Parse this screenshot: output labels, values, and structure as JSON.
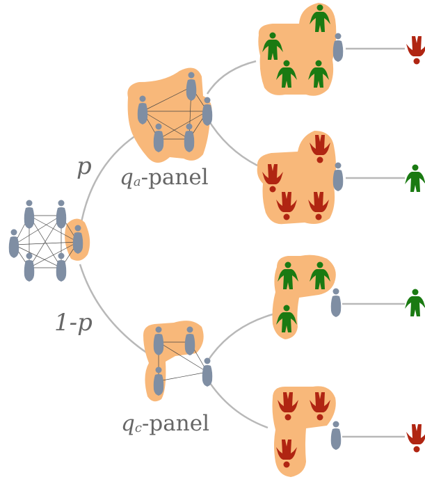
{
  "labels": {
    "p": "p",
    "one_minus_p": "1-p",
    "qa_symbol": "q",
    "qa_subscript": "a",
    "qa_suffix": "-panel",
    "qc_symbol": "q",
    "qc_subscript": "c",
    "qc_suffix": "-panel"
  },
  "colors": {
    "blob": "#f8b87a",
    "person": "#7f8ea3",
    "green": "#1a7a12",
    "red": "#b02512",
    "line": "#b8b8b8",
    "edge": "#444444"
  },
  "icons": {
    "gray": "person-icon",
    "green": "green-agent-icon",
    "red": "red-agent-icon"
  }
}
